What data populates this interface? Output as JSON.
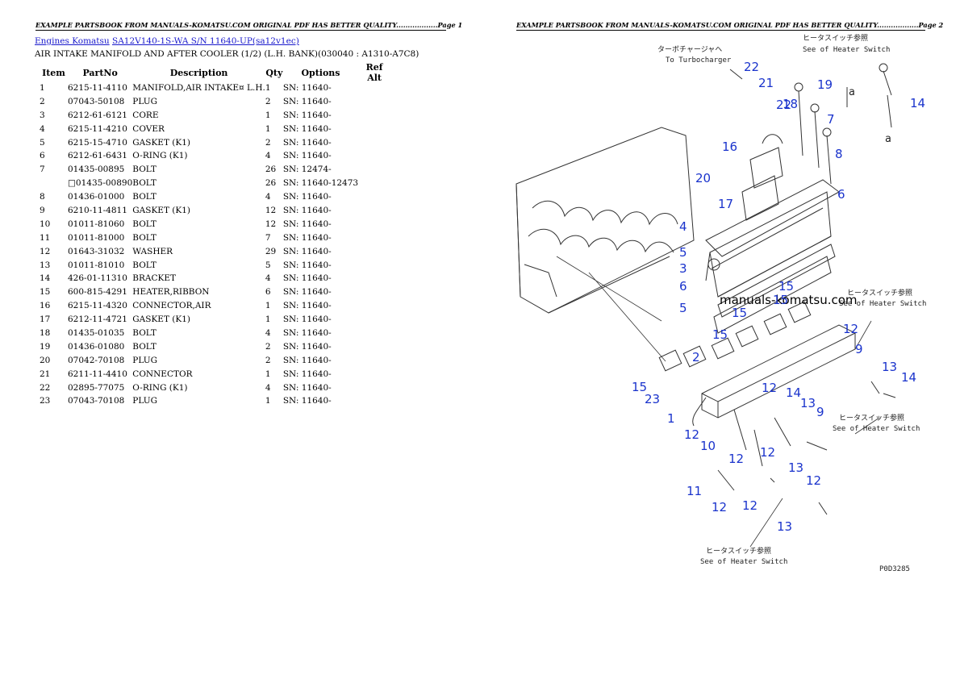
{
  "header": {
    "page1": "EXAMPLE PARTSBOOK FROM MANUALS-KOMATSU.COM ORIGINAL PDF HAS BETTER QUALITY..................Page 1",
    "page2": "EXAMPLE PARTSBOOK FROM MANUALS-KOMATSU.COM ORIGINAL PDF HAS BETTER QUALITY..................Page 2"
  },
  "breadcrumb": {
    "link1": "Engines Komatsu",
    "link2": "SA12V140-1S-WA S/N 11640-UP(sa12v1ec)"
  },
  "subtitle": "AIR INTAKE MANIFOLD AND AFTER COOLER (1/2) (L.H. BANK)(030040 : A1310-A7C8)",
  "table": {
    "headers": [
      "Item",
      "PartNo",
      "Description",
      "Qty",
      "Options",
      "Ref Alt"
    ],
    "rows": [
      [
        "1",
        "6215-11-4110",
        "MANIFOLD,AIR INTAKE¤ L.H.",
        "1",
        "SN: 11640-",
        ""
      ],
      [
        "2",
        "07043-50108",
        "PLUG",
        "2",
        "SN: 11640-",
        ""
      ],
      [
        "3",
        "6212-61-6121",
        "CORE",
        "1",
        "SN: 11640-",
        ""
      ],
      [
        "4",
        "6215-11-4210",
        "COVER",
        "1",
        "SN: 11640-",
        ""
      ],
      [
        "5",
        "6215-15-4710",
        "GASKET (K1)",
        "2",
        "SN: 11640-",
        ""
      ],
      [
        "6",
        "6212-61-6431",
        "O-RING (K1)",
        "4",
        "SN: 11640-",
        ""
      ],
      [
        "7",
        "01435-00895",
        "BOLT",
        "26",
        "SN: 12474-",
        ""
      ],
      [
        "",
        "□01435-00890",
        "BOLT",
        "26",
        "SN: 11640-12473",
        ""
      ],
      [
        "8",
        "01436-01000",
        "BOLT",
        "4",
        "SN: 11640-",
        ""
      ],
      [
        "9",
        "6210-11-4811",
        "GASKET (K1)",
        "12",
        "SN: 11640-",
        ""
      ],
      [
        "10",
        "01011-81060",
        "BOLT",
        "12",
        "SN: 11640-",
        ""
      ],
      [
        "11",
        "01011-81000",
        "BOLT",
        "7",
        "SN: 11640-",
        ""
      ],
      [
        "12",
        "01643-31032",
        "WASHER",
        "29",
        "SN: 11640-",
        ""
      ],
      [
        "13",
        "01011-81010",
        "BOLT",
        "5",
        "SN: 11640-",
        ""
      ],
      [
        "14",
        "426-01-11310",
        "BRACKET",
        "4",
        "SN: 11640-",
        ""
      ],
      [
        "15",
        "600-815-4291",
        "HEATER,RIBBON",
        "6",
        "SN: 11640-",
        ""
      ],
      [
        "16",
        "6215-11-4320",
        "CONNECTOR,AIR",
        "1",
        "SN: 11640-",
        ""
      ],
      [
        "17",
        "6212-11-4721",
        "GASKET (K1)",
        "1",
        "SN: 11640-",
        ""
      ],
      [
        "18",
        "01435-01035",
        "BOLT",
        "4",
        "SN: 11640-",
        ""
      ],
      [
        "19",
        "01436-01080",
        "BOLT",
        "2",
        "SN: 11640-",
        ""
      ],
      [
        "20",
        "07042-70108",
        "PLUG",
        "2",
        "SN: 11640-",
        ""
      ],
      [
        "21",
        "6211-11-4410",
        "CONNECTOR",
        "1",
        "SN: 11640-",
        ""
      ],
      [
        "22",
        "02895-77075",
        "O-RING (K1)",
        "4",
        "SN: 11640-",
        ""
      ],
      [
        "23",
        "07043-70108",
        "PLUG",
        "1",
        "SN: 11640-",
        ""
      ]
    ]
  },
  "diagram": {
    "watermark": "manuals-komatsu.com",
    "figure_code": "P0D3285",
    "callouts": [
      "22",
      "21",
      "19",
      "18",
      "7",
      "14",
      "22",
      "16",
      "8",
      "20",
      "17",
      "6",
      "4",
      "5",
      "3",
      "15",
      "6",
      "15",
      "5",
      "15",
      "15",
      "2",
      "12",
      "9",
      "15",
      "23",
      "12",
      "14",
      "13",
      "14",
      "13",
      "9",
      "1",
      "12",
      "10",
      "12",
      "12",
      "13",
      "12",
      "11",
      "12",
      "12",
      "13"
    ],
    "notes": {
      "turbo_jp": "ターボチャージャヘ",
      "turbo_en": "To Turbocharger",
      "heater_jp": "ヒータスイッチ参照",
      "heater_en": "See of Heater Switch",
      "arrow_a": "a"
    }
  }
}
